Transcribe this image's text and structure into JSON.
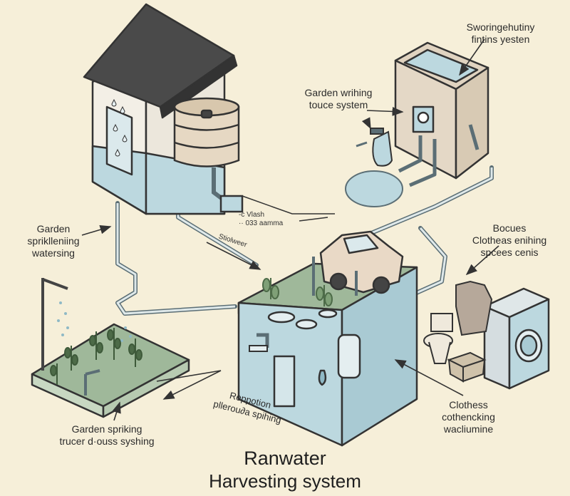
{
  "labels": {
    "top_right": [
      "Sworingehutiny",
      "fintins yesten"
    ],
    "garden_washing": [
      "Garden wrihing",
      "touce system"
    ],
    "garden_sprinkling": [
      "Garden",
      "spriklleniing",
      "watersing"
    ],
    "car_wash_note": [
      "-c Vlash",
      "·· 033 aamma"
    ],
    "shower_note": "Stiolweer",
    "right_middle": [
      "Bocues",
      "Clotheas enihing",
      "spcees cenis"
    ],
    "bottom_left": [
      "Garden spriking",
      "trucer d·ouss syshing"
    ],
    "reporting": [
      "Reppotion",
      "pllerou∂a spihing"
    ],
    "bottom_right": [
      "Clothess",
      "cothencking",
      "wacliumine"
    ]
  },
  "title": {
    "line1": "Ranwater",
    "line2": "Harvesting system"
  },
  "colors": {
    "background": "#f6efd9",
    "water": "#bcd8df",
    "water_dark": "#8fb9c6",
    "wall": "#f3efe6",
    "roof": "#4a4a4a",
    "grass": "#9fb89a",
    "outline": "#333333",
    "car": "#e9d9c6"
  },
  "icons": [
    "house-icon",
    "rain-barrel-icon",
    "spray-bottle-icon",
    "car-icon",
    "washing-machine-icon",
    "toilet-icon",
    "garden-icon",
    "shower-icon",
    "tank-icon"
  ]
}
